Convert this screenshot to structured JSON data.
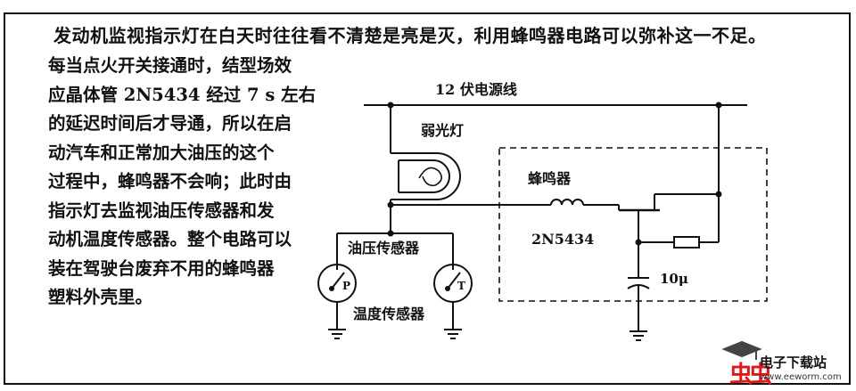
{
  "intro": "发动机监视指示灯在白天时往往看不清楚是亮是灭，利用蜂鸣器电路可以弥补这一不足。",
  "body_lines": [
    "每当点火开关接通时，结型场效",
    "应晶体管 2N5434 经过 7 s 左右",
    "的延迟时间后才导通，所以在启",
    "动汽车和正常加大油压的这个",
    "过程中，蜂鸣器不会响；此时由",
    "指示灯去监视油压传感器和发",
    "动机温度传感器。整个电路可以",
    "装在驾驶台废弃不用的蜂鸣器",
    "塑料外壳里。"
  ],
  "diagram": {
    "power_line": "12 伏电源线",
    "lamp": "弱光灯",
    "buzzer": "蜂鸣器",
    "transistor": "2N5434",
    "capacitor": "10μ",
    "oil_sensor": "油压传感器",
    "temp_sensor": "温度传感器",
    "sensor_p": "P",
    "sensor_t": "T"
  },
  "watermark": {
    "logo": "虫虫",
    "name": "电子下载站",
    "url": "www.eeworm.com"
  }
}
